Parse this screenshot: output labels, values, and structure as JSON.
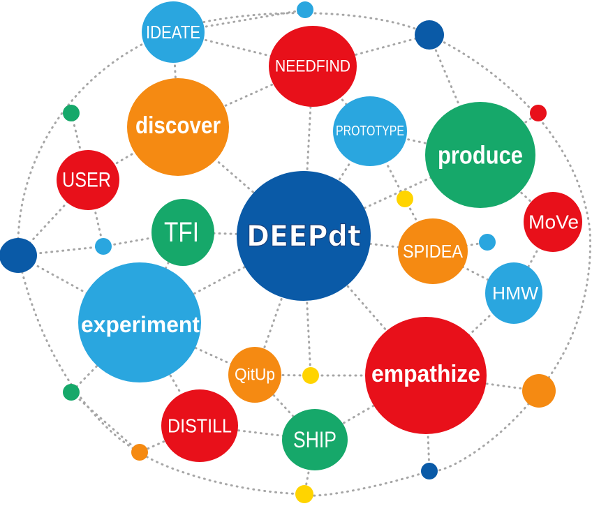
{
  "colors": {
    "red": "#e8101a",
    "orange": "#f58a12",
    "green": "#16a86a",
    "light_blue": "#2aa6df",
    "dark_blue": "#0a5aa7",
    "yellow": "#ffd400",
    "dots": "#a6a6a6"
  },
  "center": {
    "label": "DEEPdt",
    "color": "dark_blue"
  },
  "nodes": [
    {
      "id": "ideate",
      "label": "IDEATE",
      "color": "light_blue"
    },
    {
      "id": "needfind",
      "label": "NEEDFIND",
      "color": "red"
    },
    {
      "id": "discover",
      "label": "discover",
      "color": "orange"
    },
    {
      "id": "prototype",
      "label": "PROTOTYPE",
      "color": "light_blue"
    },
    {
      "id": "produce",
      "label": "produce",
      "color": "green"
    },
    {
      "id": "user",
      "label": "USER",
      "color": "red"
    },
    {
      "id": "tfi",
      "label": "TFI",
      "color": "green"
    },
    {
      "id": "move",
      "label": "MoVe",
      "color": "red"
    },
    {
      "id": "spidea",
      "label": "SPIDEA",
      "color": "orange"
    },
    {
      "id": "hmw",
      "label": "HMW",
      "color": "light_blue"
    },
    {
      "id": "experiment",
      "label": "experiment",
      "color": "light_blue"
    },
    {
      "id": "qitup",
      "label": "QitUp",
      "color": "orange"
    },
    {
      "id": "empathize",
      "label": "empathize",
      "color": "red"
    },
    {
      "id": "distill",
      "label": "DISTILL",
      "color": "red"
    },
    {
      "id": "ship",
      "label": "SHIP",
      "color": "green"
    }
  ]
}
